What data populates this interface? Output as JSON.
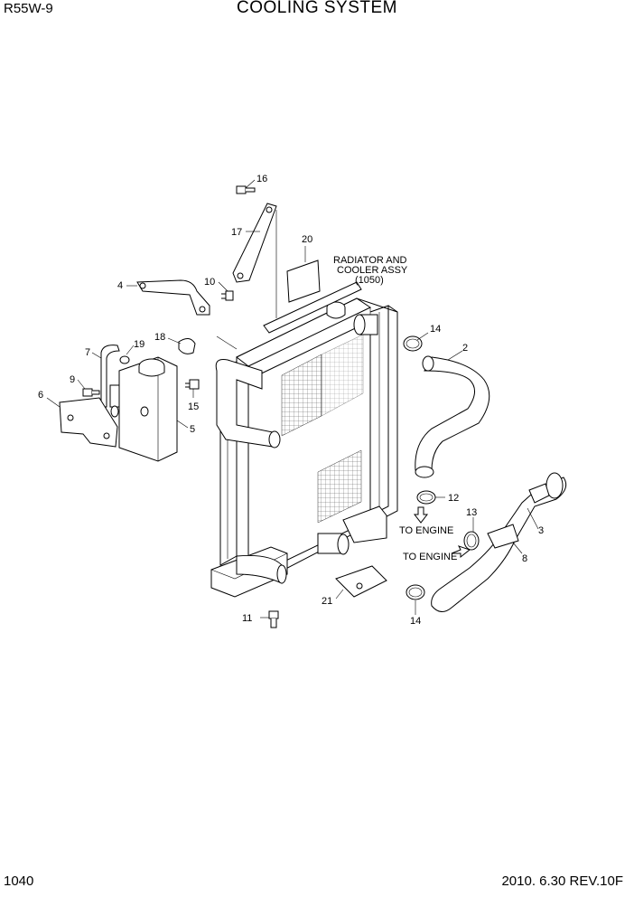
{
  "header": {
    "model": "R55W-9",
    "title": "COOLING SYSTEM"
  },
  "footer": {
    "page": "1040",
    "revision": "2010. 6.30  REV.10F"
  },
  "callouts": {
    "c16": "16",
    "c17": "17",
    "c20": "20",
    "c4": "4",
    "c10": "10",
    "c18": "18",
    "c7": "7",
    "c19": "19",
    "c9": "9",
    "c6": "6",
    "c15": "15",
    "c5": "5",
    "c14a": "14",
    "c2": "2",
    "c12": "12",
    "c13": "13",
    "c3": "3",
    "c8": "8",
    "c21": "21",
    "c14b": "14",
    "c11": "11"
  },
  "labels": {
    "radiator_line1": "RADIATOR AND",
    "radiator_line2": "COOLER ASSY",
    "radiator_line3": "(1050)",
    "to_engine_1": "TO ENGINE",
    "to_engine_2": "TO ENGINE"
  }
}
